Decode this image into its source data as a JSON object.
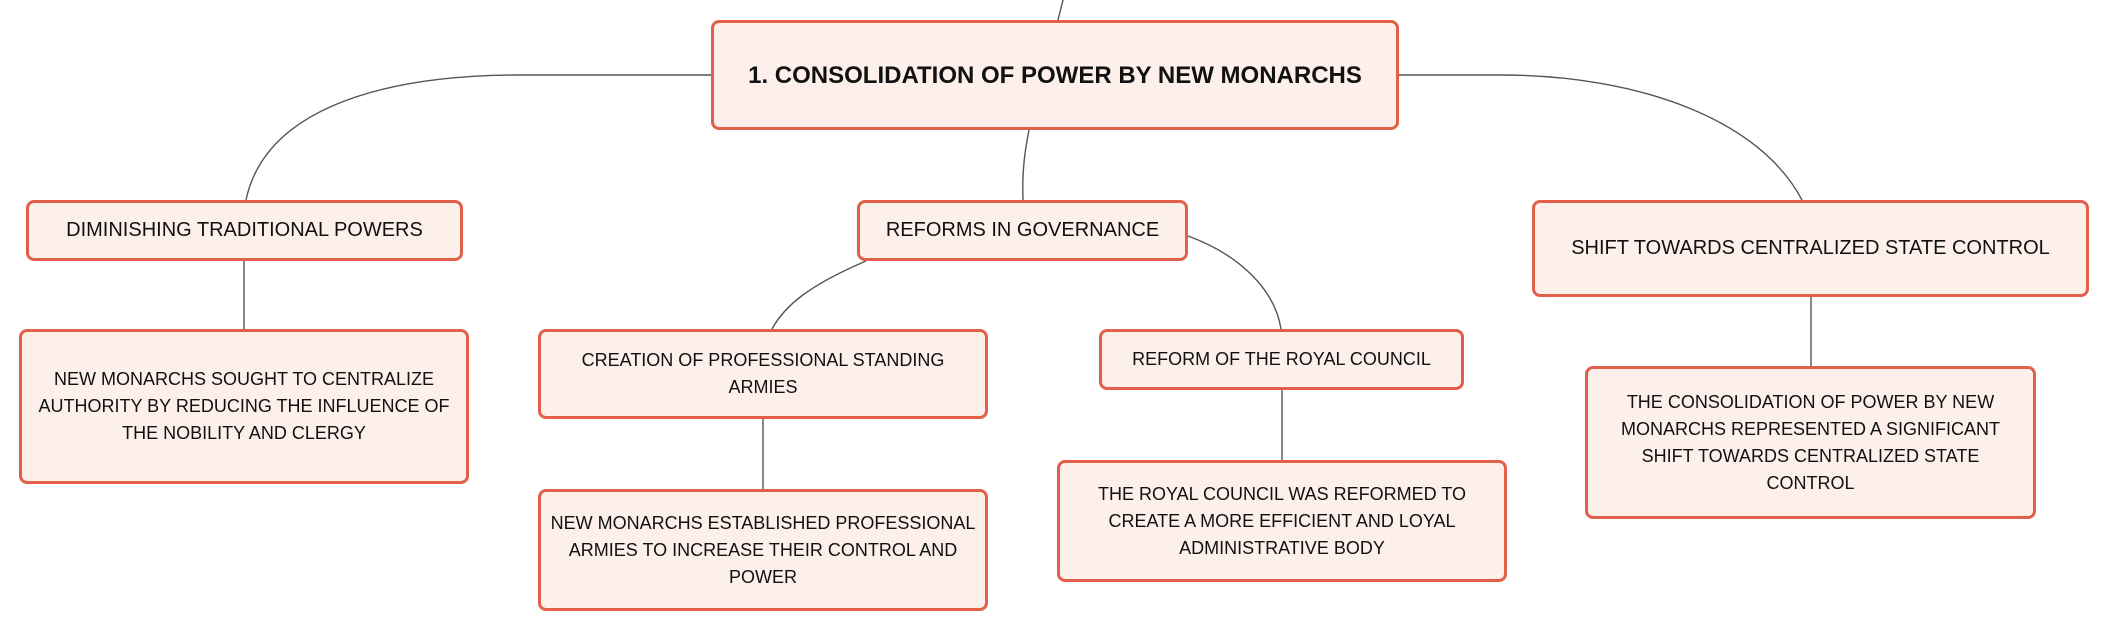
{
  "diagram": {
    "root": {
      "label": "1. CONSOLIDATION OF POWER BY NEW MONARCHS"
    },
    "branches": [
      {
        "label": "DIMINISHING TRADITIONAL POWERS",
        "children": [
          {
            "label": "NEW MONARCHS SOUGHT TO CENTRALIZE AUTHORITY BY REDUCING THE INFLUENCE OF THE NOBILITY AND CLERGY"
          }
        ]
      },
      {
        "label": "REFORMS IN GOVERNANCE",
        "children": [
          {
            "label": "CREATION OF PROFESSIONAL STANDING ARMIES",
            "children": [
              {
                "label": "NEW MONARCHS ESTABLISHED PROFESSIONAL ARMIES TO INCREASE THEIR CONTROL AND POWER"
              }
            ]
          },
          {
            "label": "REFORM OF THE ROYAL COUNCIL",
            "children": [
              {
                "label": "THE ROYAL COUNCIL WAS REFORMED TO CREATE A MORE EFFICIENT AND LOYAL ADMINISTRATIVE BODY"
              }
            ]
          }
        ]
      },
      {
        "label": "SHIFT TOWARDS CENTRALIZED STATE CONTROL",
        "children": [
          {
            "label": "THE CONSOLIDATION OF POWER BY NEW MONARCHS REPRESENTED A SIGNIFICANT SHIFT TOWARDS CENTRALIZED STATE CONTROL"
          }
        ]
      }
    ],
    "colors": {
      "node_border": "#e2604a",
      "node_fill": "#fdf0eb",
      "connector": "#555555",
      "text": "#111111"
    }
  }
}
